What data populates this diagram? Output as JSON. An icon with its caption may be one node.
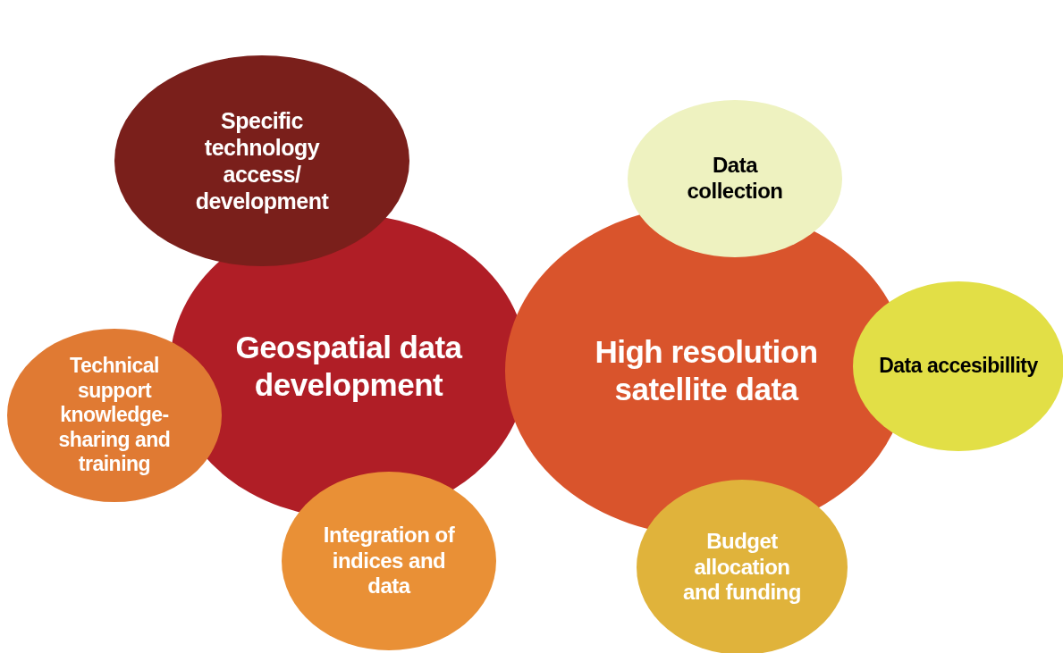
{
  "diagram": {
    "nodes": [
      {
        "text": [
          "Specific technology access/ development"
        ]
      },
      {
        "text": [
          "Data collection"
        ]
      },
      {
        "text": [
          "Geospatial data development"
        ]
      },
      {
        "text": [
          "High resolution satellite data"
        ]
      },
      {
        "text": [
          "Data accesibillity"
        ]
      },
      {
        "text": [
          "Technical support knowledge-sharing and training"
        ]
      },
      {
        "text": [
          "Integration of indices and data"
        ]
      },
      {
        "text": [
          "Budget allocation and funding"
        ]
      }
    ]
  }
}
